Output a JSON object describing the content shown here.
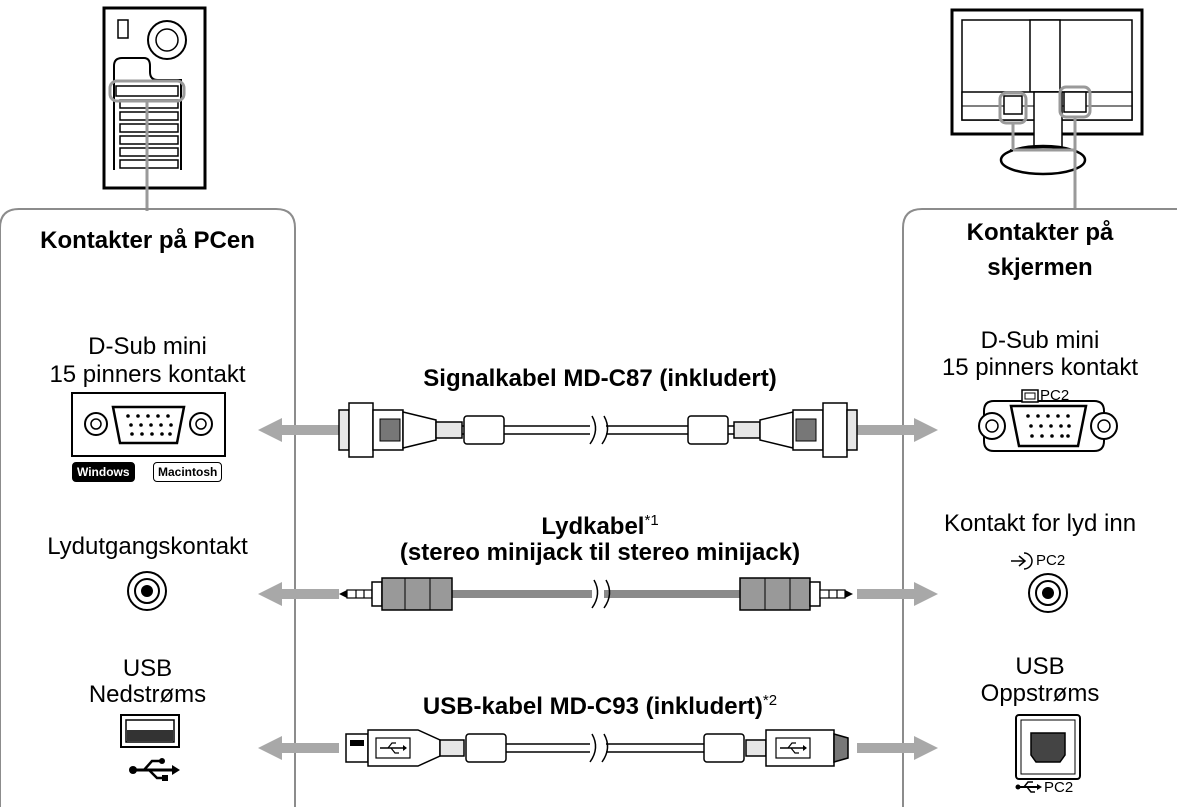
{
  "pc_panel": {
    "title": "Kontakter på PCen",
    "dsub_label_line1": "D-Sub mini",
    "dsub_label_line2": "15 pinners kontakt",
    "os_badges": [
      "Windows",
      "Macintosh"
    ],
    "audio_label": "Lydutgangskontakt",
    "usb_label_line1": "USB",
    "usb_label_line2": "Nedstrøms"
  },
  "monitor_panel": {
    "title_line1": "Kontakter på",
    "title_line2": "skjermen",
    "dsub_label_line1": "D-Sub mini",
    "dsub_label_line2": "15 pinners kontakt",
    "dsub_port_tag": "PC2",
    "audio_label": "Kontakt for lyd inn",
    "audio_port_tag": "PC2",
    "usb_label_line1": "USB",
    "usb_label_line2": "Oppstrøms",
    "usb_port_tag": "PC2"
  },
  "cables": {
    "signal": "Signalkabel MD-C87 (inkludert)",
    "audio_line1": "Lydkabel",
    "audio_note": "*1",
    "audio_line2": "(stereo minijack til stereo minijack)",
    "usb": "USB-kabel MD-C93 (inkludert)",
    "usb_note": "*2"
  },
  "colors": {
    "arrow": "#a8a8a8",
    "panel_border": "#8c8c8c",
    "audio_cable": "#8a8a8a",
    "connector_fill": "#e6e6e6"
  }
}
